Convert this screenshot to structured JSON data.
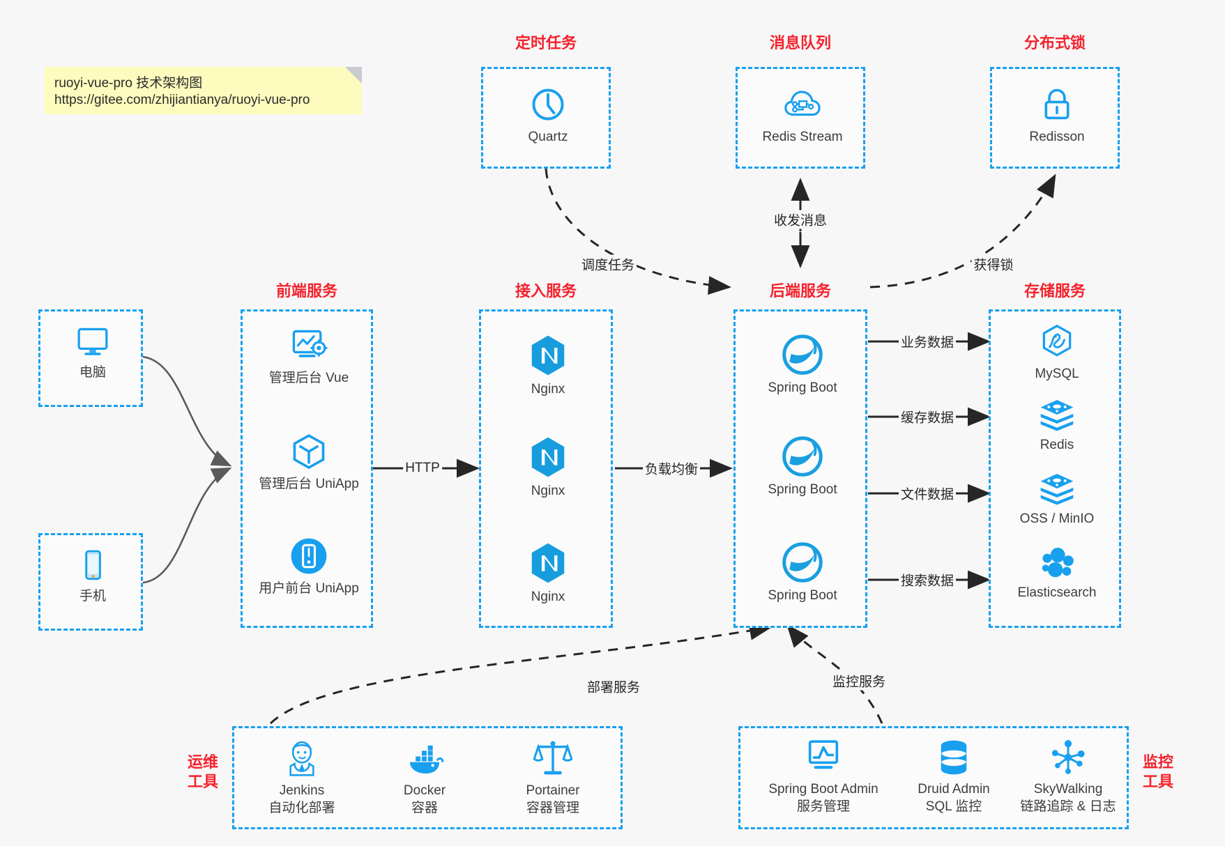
{
  "note": {
    "line1": "ruoyi-vue-pro 技术架构图",
    "line2": "https://gitee.com/zhijiantianya/ruoyi-vue-pro"
  },
  "colors": {
    "accent_blue": "#18a0ef",
    "icon_blue": "#1296db",
    "title_red": "#f5222d",
    "note_yellow": "#fdfbbd",
    "background": "#f7f7f7",
    "arrow_dark": "#2b2b2b",
    "curve_gray": "#5a5a5a"
  },
  "groups": {
    "scheduled_task": {
      "title": "定时任务",
      "nodes": [
        {
          "label": "Quartz",
          "icon": "clock-icon"
        }
      ]
    },
    "message_queue": {
      "title": "消息队列",
      "nodes": [
        {
          "label": "Redis Stream",
          "icon": "cloud-network-icon"
        }
      ]
    },
    "distributed_lock": {
      "title": "分布式锁",
      "nodes": [
        {
          "label": "Redisson",
          "icon": "lock-icon"
        }
      ]
    },
    "client_pc": {
      "title": "",
      "nodes": [
        {
          "label": "电脑",
          "icon": "desktop-monitor-icon"
        }
      ]
    },
    "client_mobile": {
      "title": "",
      "nodes": [
        {
          "label": "手机",
          "icon": "smartphone-icon"
        }
      ]
    },
    "frontend": {
      "title": "前端服务",
      "nodes": [
        {
          "label": "管理后台 Vue",
          "icon": "dashboard-gear-icon"
        },
        {
          "label": "管理后台 UniApp",
          "icon": "cube-icon"
        },
        {
          "label": "用户前台 UniApp",
          "icon": "mobile-circle-icon"
        }
      ]
    },
    "gateway": {
      "title": "接入服务",
      "nodes": [
        {
          "label": "Nginx",
          "icon": "nginx-icon"
        },
        {
          "label": "Nginx",
          "icon": "nginx-icon"
        },
        {
          "label": "Nginx",
          "icon": "nginx-icon"
        }
      ]
    },
    "backend": {
      "title": "后端服务",
      "nodes": [
        {
          "label": "Spring Boot",
          "icon": "spring-boot-icon"
        },
        {
          "label": "Spring Boot",
          "icon": "spring-boot-icon"
        },
        {
          "label": "Spring Boot",
          "icon": "spring-boot-icon"
        }
      ]
    },
    "storage": {
      "title": "存储服务",
      "nodes": [
        {
          "label": "MySQL",
          "icon": "mysql-icon"
        },
        {
          "label": "Redis",
          "icon": "redis-icon"
        },
        {
          "label": "OSS / MinIO",
          "icon": "redis-icon"
        },
        {
          "label": "Elasticsearch",
          "icon": "elasticsearch-icon"
        }
      ]
    },
    "devops": {
      "title": "运维\n工具",
      "title_line1": "运维",
      "title_line2": "工具",
      "nodes": [
        {
          "label": "Jenkins",
          "sublabel": "自动化部署",
          "icon": "jenkins-icon"
        },
        {
          "label": "Docker",
          "sublabel": "容器",
          "icon": "docker-icon"
        },
        {
          "label": "Portainer",
          "sublabel": "容器管理",
          "icon": "scales-icon"
        }
      ]
    },
    "monitoring": {
      "title_line1": "监控",
      "title_line2": "工具",
      "nodes": [
        {
          "label": "Spring Boot Admin",
          "sublabel": "服务管理",
          "icon": "monitor-chart-icon"
        },
        {
          "label": "Druid Admin",
          "sublabel": "SQL 监控",
          "icon": "database-icon"
        },
        {
          "label": "SkyWalking",
          "sublabel": "链路追踪 & 日志",
          "icon": "skywalking-icon"
        }
      ]
    }
  },
  "edges": [
    {
      "name": "http",
      "label": "HTTP"
    },
    {
      "name": "load-balance",
      "label": "负载均衡"
    },
    {
      "name": "biz-data",
      "label": "业务数据"
    },
    {
      "name": "cache-data",
      "label": "缓存数据"
    },
    {
      "name": "file-data",
      "label": "文件数据"
    },
    {
      "name": "search-data",
      "label": "搜索数据"
    },
    {
      "name": "schedule-task",
      "label": "调度任务"
    },
    {
      "name": "send-recv-msg",
      "label": "收发消息"
    },
    {
      "name": "acquire-lock",
      "label": "获得锁"
    },
    {
      "name": "deploy-service",
      "label": "部署服务"
    },
    {
      "name": "monitor-service",
      "label": "监控服务"
    }
  ]
}
